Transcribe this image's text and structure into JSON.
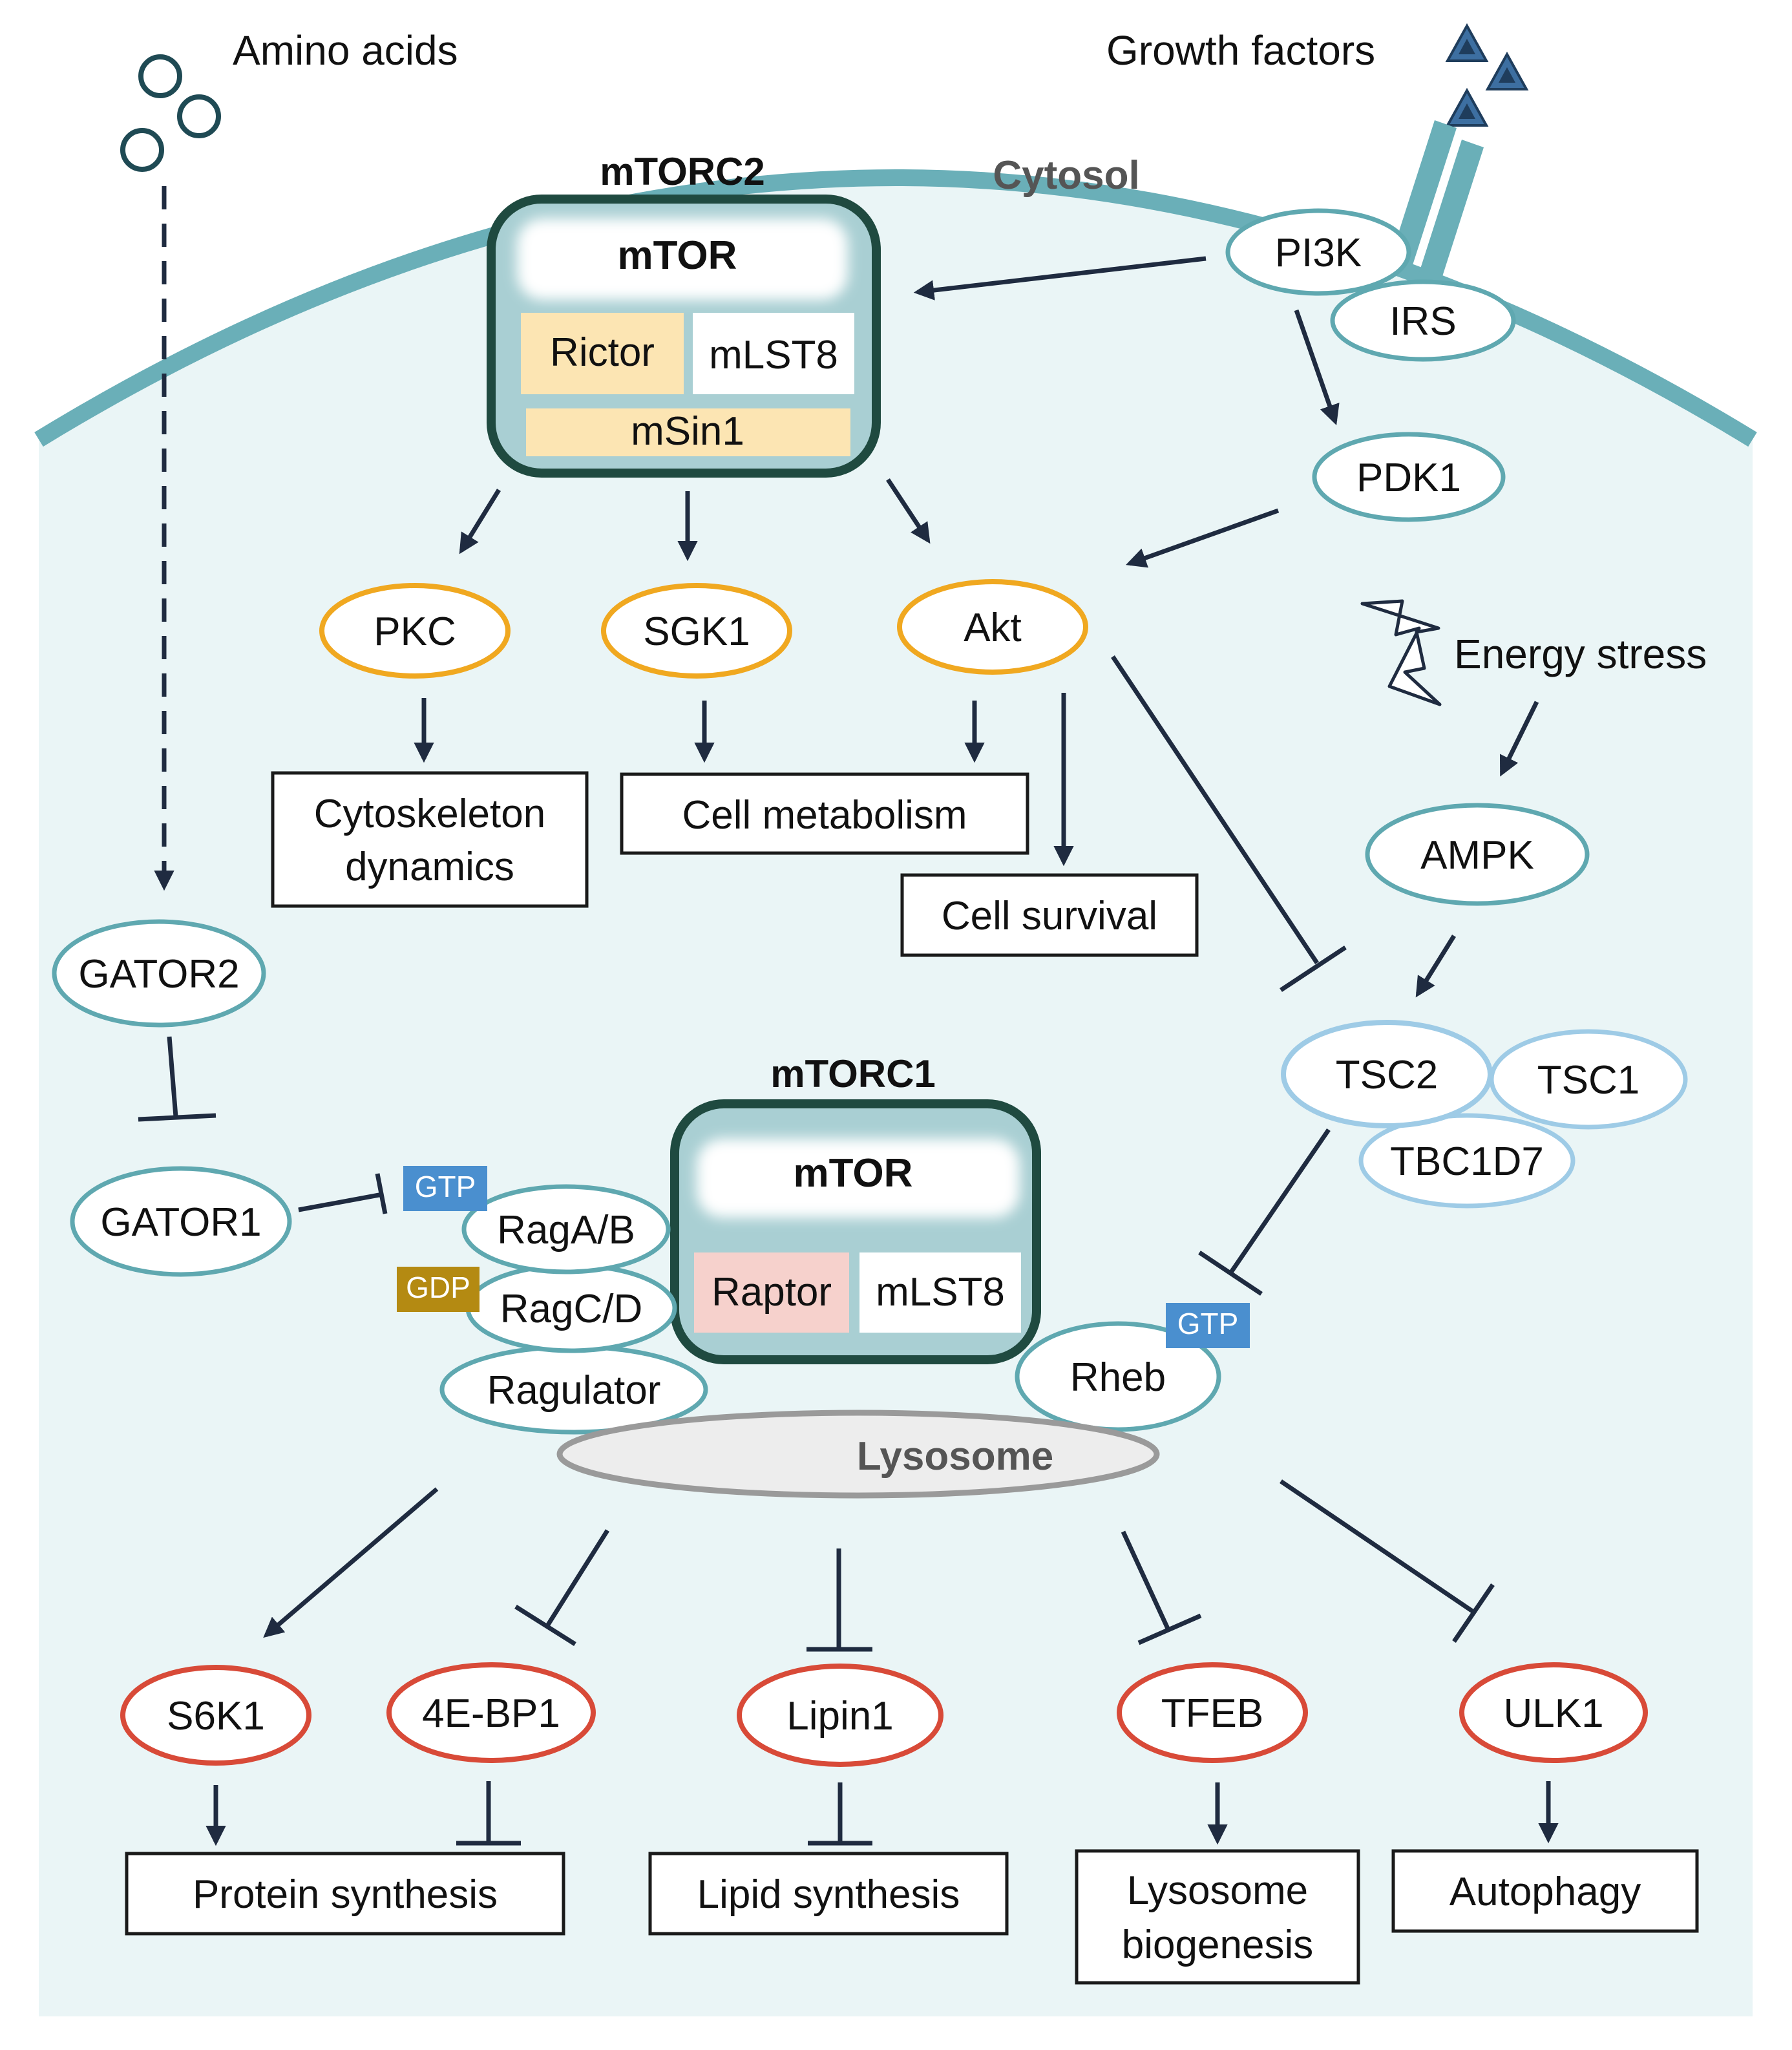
{
  "labels": {
    "amino_acids": "Amino acids",
    "growth_factors": "Growth factors",
    "cytosol": "Cytosol",
    "energy_stress": "Energy stress",
    "lysosome": "Lysosome"
  },
  "mtorc2": {
    "title": "mTORC2",
    "mtor": "mTOR",
    "rictor": "Rictor",
    "mlst8": "mLST8",
    "msin1": "mSin1"
  },
  "mtorc1": {
    "title": "mTORC1",
    "mtor": "mTOR",
    "raptor": "Raptor",
    "mlst8": "mLST8"
  },
  "nodes": {
    "pi3k": "PI3K",
    "irs": "IRS",
    "pdk1": "PDK1",
    "pkc": "PKC",
    "sgk1": "SGK1",
    "akt": "Akt",
    "ampk": "AMPK",
    "gator2": "GATOR2",
    "gator1": "GATOR1",
    "tsc2": "TSC2",
    "tsc1": "TSC1",
    "tbc1d7": "TBC1D7",
    "ragab": "RagA/B",
    "ragcd": "RagC/D",
    "ragulator": "Ragulator",
    "rheb": "Rheb",
    "s6k1": "S6K1",
    "4ebp1": "4E-BP1",
    "lipin1": "Lipin1",
    "tfeb": "TFEB",
    "ulk1": "ULK1"
  },
  "tags": {
    "gtp_rag": "GTP",
    "gdp_rag": "GDP",
    "gtp_rheb": "GTP"
  },
  "outcomes": {
    "cytoskeleton_1": "Cytoskeleton",
    "cytoskeleton_2": "dynamics",
    "cell_metabolism": "Cell metabolism",
    "cell_survival": "Cell survival",
    "protein_synthesis": "Protein synthesis",
    "lipid_synthesis": "Lipid synthesis",
    "lysosome_biogenesis_1": "Lysosome",
    "lysosome_biogenesis_2": "biogenesis",
    "autophagy": "Autophagy"
  },
  "colors": {
    "membrane": "#6aafb8",
    "cytosol_fill": "#eaf5f6",
    "teal_node_stroke": "#5fa8b0",
    "light_blue_stroke": "#9ecbe6",
    "orange_stroke": "#f0a820",
    "red_stroke": "#d84a38",
    "complex_stroke": "#1f4a40",
    "complex_fill": "#a9cfd3",
    "rictor_fill": "#fce5b3",
    "raptor_fill": "#f6d1cc",
    "gtp_fill": "#4a8fcf",
    "gdp_fill": "#b48a12",
    "arrow": "#1f2b40",
    "lysosome_fill": "#ededed",
    "lysosome_stroke": "#9a9a9a"
  }
}
